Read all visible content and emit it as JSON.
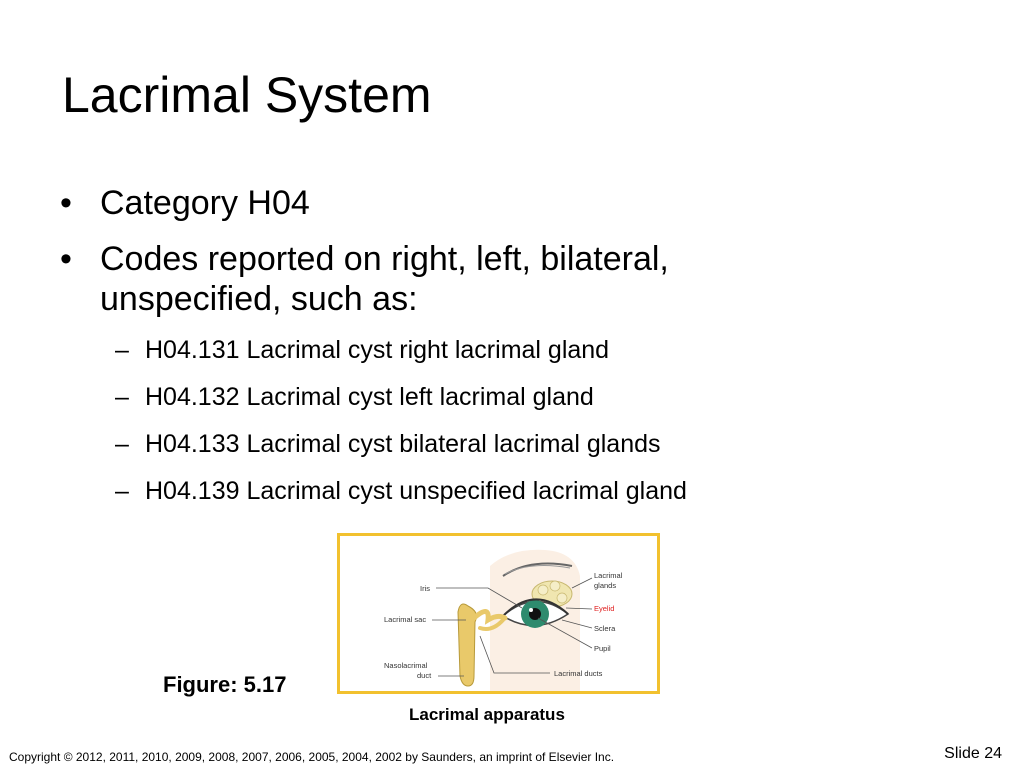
{
  "slide": {
    "title": "Lacrimal System",
    "bullets": [
      {
        "text": "Category H04"
      },
      {
        "text": "Codes reported on right, left, bilateral, unspecified, such as:"
      }
    ],
    "sub_bullets": [
      {
        "text": "H04.131 Lacrimal cyst right lacrimal gland"
      },
      {
        "text": "H04.132 Lacrimal cyst left lacrimal gland"
      },
      {
        "text": "H04.133 Lacrimal cyst bilateral lacrimal glands"
      },
      {
        "text": "H04.139 Lacrimal cyst unspecified lacrimal gland"
      }
    ],
    "figure": {
      "label": "Figure: 5.17",
      "caption": "Lacrimal apparatus",
      "labels": {
        "iris": "Iris",
        "lacrimal_sac": "Lacrimal sac",
        "nasolacrimal_1": "Nasolacrimal",
        "nasolacrimal_2": "duct",
        "glands_1": "Lacrimal",
        "glands_2": "glands",
        "eyelid": "Eyelid",
        "sclera": "Sclera",
        "pupil": "Pupil",
        "ducts": "Lacrimal ducts"
      },
      "colors": {
        "border": "#f2c12e",
        "duct": "#e9c96a",
        "gland": "#f0e6b0",
        "iris": "#2e8b6e",
        "eyelid_label": "#e02020"
      }
    },
    "footer": "Copyright © 2012, 2011, 2010, 2009, 2008, 2007, 2006, 2005, 2004, 2002 by Saunders, an imprint of Elsevier Inc.",
    "slide_number": "Slide 24"
  }
}
